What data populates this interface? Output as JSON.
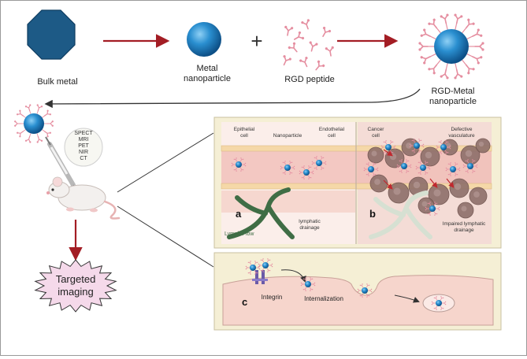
{
  "labels": {
    "bulk_metal": "Bulk metal",
    "metal_np_line1": "Metal",
    "metal_np_line2": "nanoparticle",
    "plus": "+",
    "rgd_peptide": "RGD peptide",
    "rgd_metal_line1": "RGD-Metal",
    "rgd_metal_line2": "nanoparticle",
    "targeted_line1": "Targeted",
    "targeted_line2": "imaging"
  },
  "modalities": [
    "SPECT",
    "MRI",
    "PET",
    "NIR",
    "CT"
  ],
  "panel_ab": {
    "epithelial_line1": "Epithelial",
    "epithelial_line2": "cell",
    "nanoparticle": "Nanoparticle",
    "endothelial_line1": "Endothelial",
    "endothelial_line2": "cell",
    "cancer_line1": "Cancer",
    "cancer_line2": "cell",
    "defective_line1": "Defective",
    "defective_line2": "vasculature",
    "label_a": "a",
    "label_b": "b",
    "lymph_flow": "Lymph Flow",
    "lymphatic_line1": "lymphatic",
    "lymphatic_line2": "drainage",
    "impaired_line1": "Impaired lymphatic",
    "impaired_line2": "drainage"
  },
  "panel_c": {
    "label_c": "c",
    "integrin": "Integrin",
    "internalization": "Internalization"
  },
  "colors": {
    "arrow": "#a31d24",
    "np_blue": "#1c78b8",
    "np_light": "#5fb4e6",
    "octagon": "#1d5a86",
    "rgd_pink": "#e58ea0",
    "panel_bg": "#f5efd5",
    "tissue": "#f2c8c0",
    "cancer": "#8e6f6a",
    "star_fill": "#f5d9ea"
  }
}
